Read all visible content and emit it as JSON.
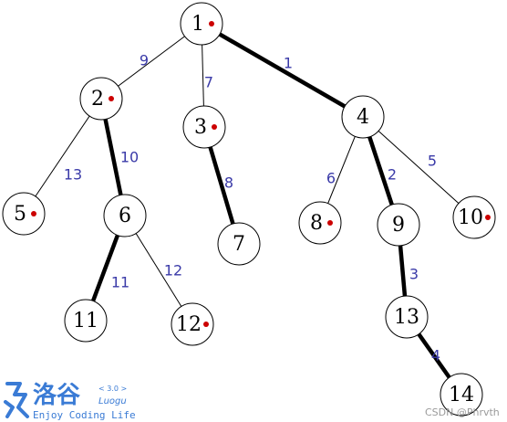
{
  "nodes": [
    {
      "id": "1",
      "label": "1",
      "marked": true
    },
    {
      "id": "2",
      "label": "2",
      "marked": true
    },
    {
      "id": "3",
      "label": "3",
      "marked": true
    },
    {
      "id": "4",
      "label": "4",
      "marked": false
    },
    {
      "id": "5",
      "label": "5",
      "marked": true
    },
    {
      "id": "6",
      "label": "6",
      "marked": false
    },
    {
      "id": "7",
      "label": "7",
      "marked": false
    },
    {
      "id": "8",
      "label": "8",
      "marked": true
    },
    {
      "id": "9",
      "label": "9",
      "marked": false
    },
    {
      "id": "10",
      "label": "10",
      "marked": true
    },
    {
      "id": "11",
      "label": "11",
      "marked": false
    },
    {
      "id": "12",
      "label": "12",
      "marked": true
    },
    {
      "id": "13",
      "label": "13",
      "marked": false
    },
    {
      "id": "14",
      "label": "14",
      "marked": false
    }
  ],
  "edges": [
    {
      "from": "1",
      "to": "2",
      "label": "9",
      "heavy": false
    },
    {
      "from": "1",
      "to": "3",
      "label": "7",
      "heavy": false
    },
    {
      "from": "1",
      "to": "4",
      "label": "1",
      "heavy": true
    },
    {
      "from": "2",
      "to": "5",
      "label": "13",
      "heavy": false
    },
    {
      "from": "2",
      "to": "6",
      "label": "10",
      "heavy": true
    },
    {
      "from": "3",
      "to": "7",
      "label": "8",
      "heavy": true
    },
    {
      "from": "4",
      "to": "8",
      "label": "6",
      "heavy": false
    },
    {
      "from": "4",
      "to": "9",
      "label": "2",
      "heavy": true
    },
    {
      "from": "4",
      "to": "10",
      "label": "5",
      "heavy": false
    },
    {
      "from": "6",
      "to": "11",
      "label": "11",
      "heavy": true
    },
    {
      "from": "6",
      "to": "12",
      "label": "12",
      "heavy": false
    },
    {
      "from": "9",
      "to": "13",
      "label": "3",
      "heavy": true
    },
    {
      "from": "13",
      "to": "14",
      "label": "4",
      "heavy": true
    }
  ],
  "colors": {
    "mark": "#cc0000",
    "edge_label": "#3a3aa8",
    "logo": "#3a7bd5",
    "watermark": "#9a9a9a"
  },
  "logo": {
    "name_cn": "洛谷",
    "version": "< 3.0 >",
    "name_en": "Luogu",
    "tagline": "Enjoy Coding Life"
  },
  "watermark": "CSDN @Phrvth"
}
